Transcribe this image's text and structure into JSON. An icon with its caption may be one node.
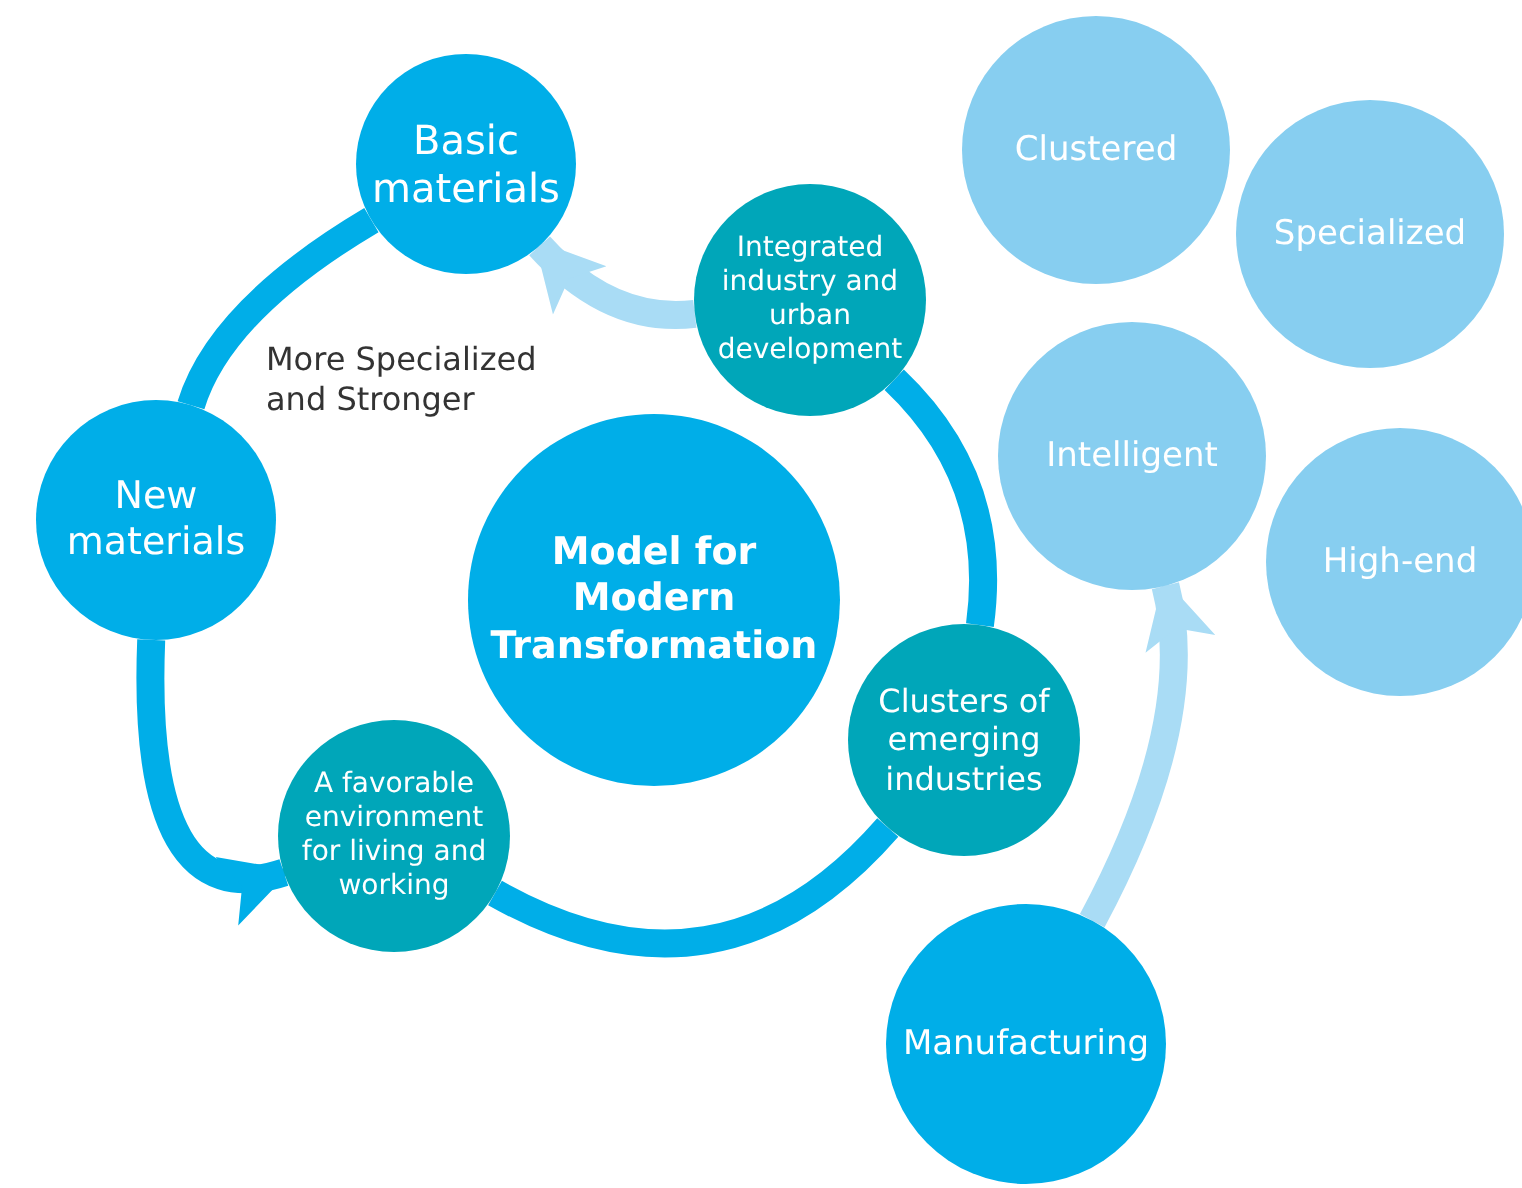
{
  "diagram": {
    "nodes": [
      {
        "text": [
          "Basic materials"
        ]
      },
      {
        "text": [
          "Integrated industry and urban development"
        ]
      },
      {
        "text": [
          "New materials"
        ]
      },
      {
        "text": [
          "Model for Modern Transformation"
        ]
      },
      {
        "text": [
          "Clusters of emerging industries"
        ]
      },
      {
        "text": [
          "A favorable environment for living and working"
        ]
      },
      {
        "text": [
          "Manufacturing"
        ]
      },
      {
        "text": [
          "Clustered"
        ]
      },
      {
        "text": [
          "Specialized"
        ]
      },
      {
        "text": [
          "Intelligent"
        ]
      },
      {
        "text": [
          "High-end"
        ]
      }
    ],
    "edges": [
      {
        "from": 0,
        "to": 2,
        "arrow": "none"
      },
      {
        "from": 2,
        "to": 5,
        "arrow": "to"
      },
      {
        "from": 1,
        "to": 0,
        "arrow": "to",
        "color": "#a9dcf5"
      },
      {
        "from": 1,
        "to": 4,
        "arrow": "none"
      },
      {
        "from": 4,
        "to": 5,
        "arrow": "none"
      },
      {
        "from": 6,
        "to": 9,
        "arrow": "to",
        "color": "#a9dcf5"
      }
    ],
    "labels": [
      "More Specialized and Stronger"
    ]
  }
}
